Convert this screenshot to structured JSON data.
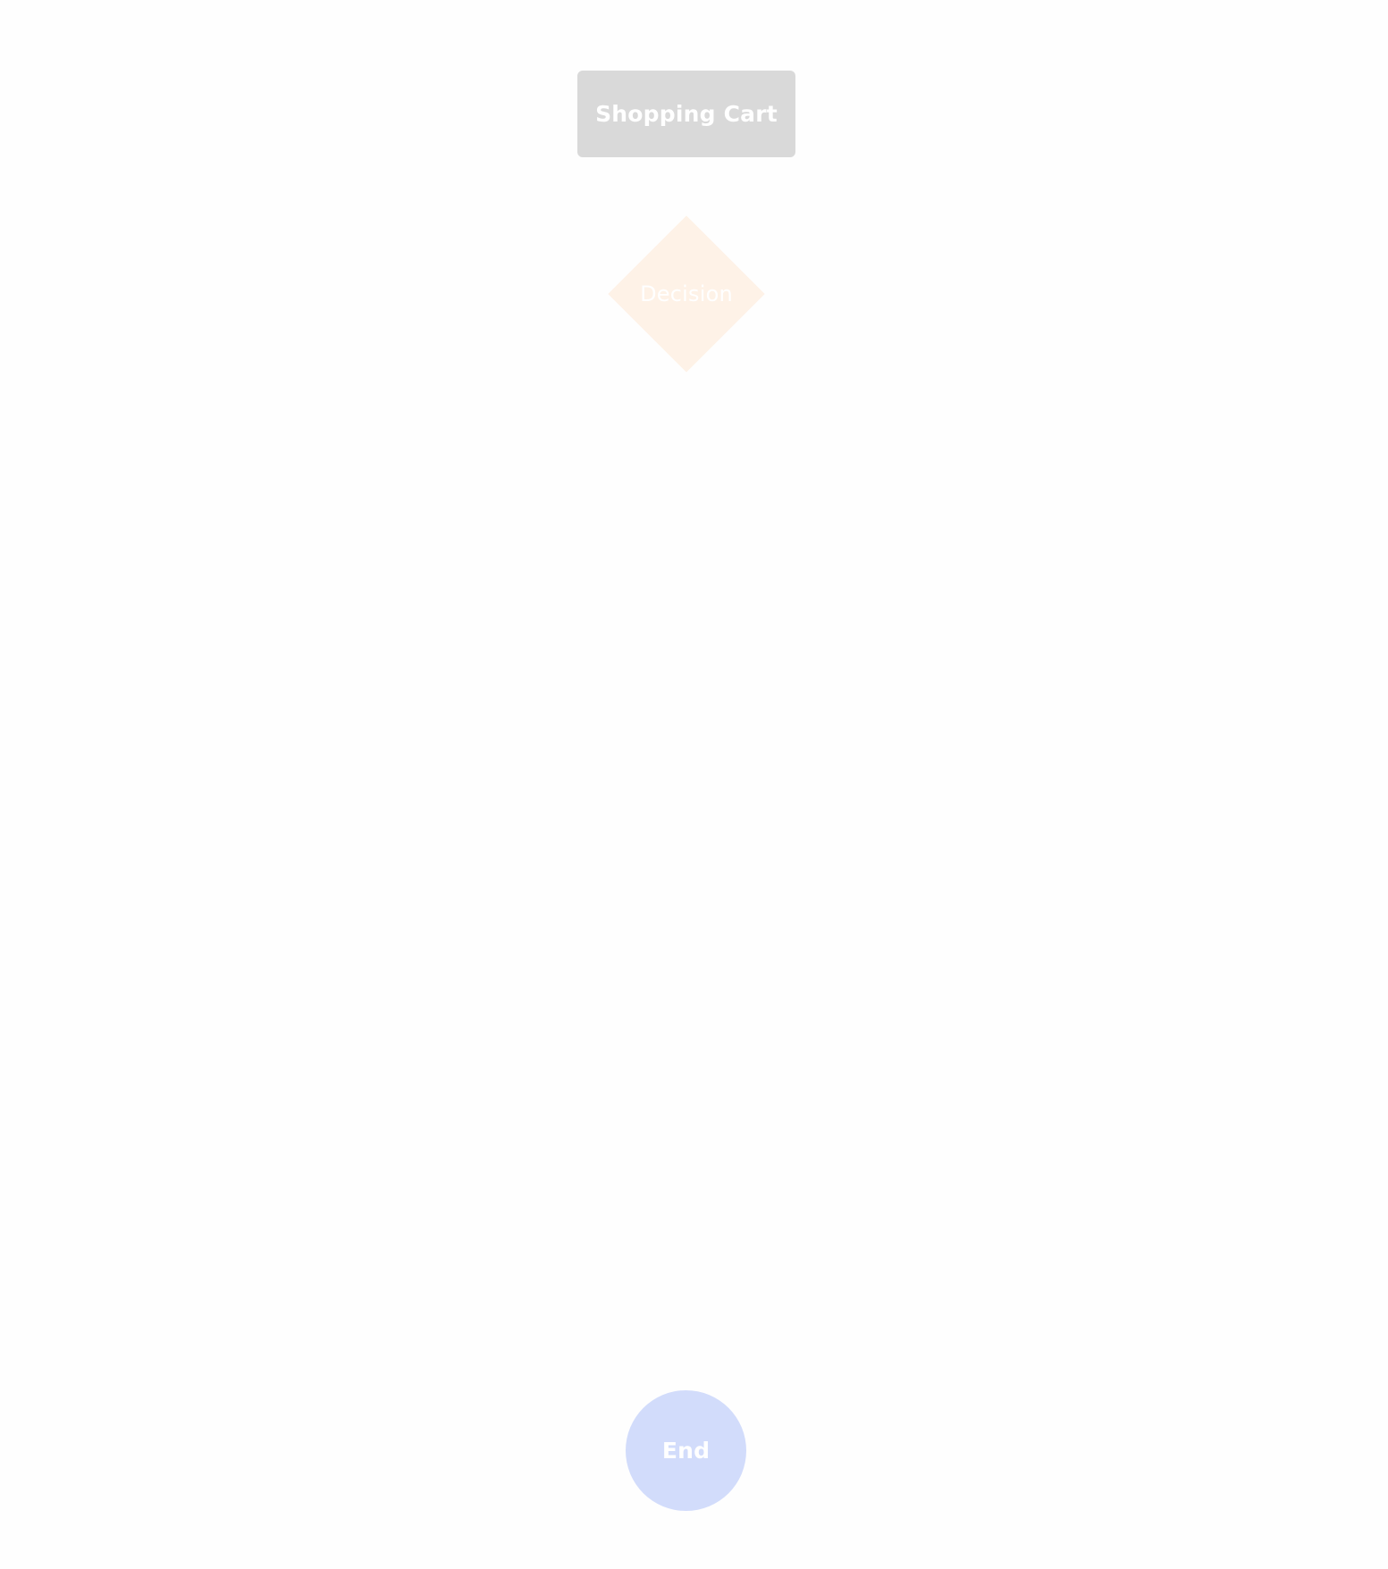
{
  "diagram": {
    "nodes": [
      {
        "id": "shopping-cart",
        "shape": "rectangle",
        "label": "Shopping Cart",
        "color": "#d9d9d9"
      },
      {
        "id": "decision",
        "shape": "diamond",
        "label": "Decision",
        "color": "#fef2e7"
      },
      {
        "id": "end",
        "shape": "circle",
        "label": "End",
        "color": "#d2dcfb"
      }
    ]
  }
}
